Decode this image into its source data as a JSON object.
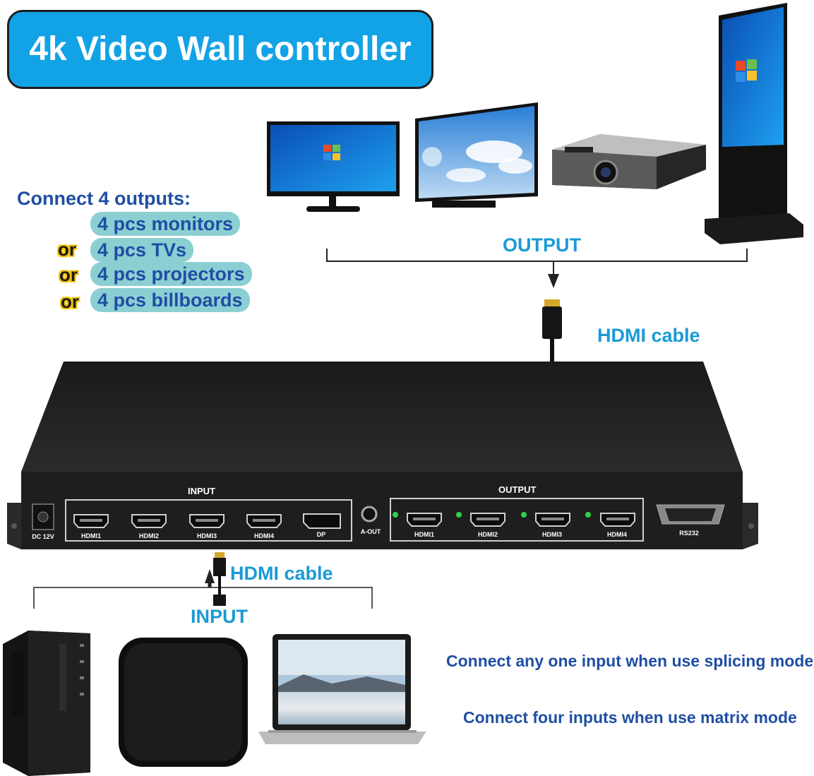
{
  "title": "4k Video Wall controller",
  "outputs_panel": {
    "heading": "Connect 4 outputs:",
    "options": [
      "4 pcs monitors",
      "4 pcs TVs",
      "4 pcs  projectors",
      "4 pcs billboards"
    ],
    "or_label": "or"
  },
  "labels": {
    "output": "OUTPUT",
    "hdmi_cable_top": "HDMI cable",
    "hdmi_cable_bottom": "HDMI cable",
    "input": "INPUT"
  },
  "device": {
    "dc_label": "DC 12V",
    "input_panel_title": "INPUT",
    "input_ports": [
      "HDMI1",
      "HDMI2",
      "HDMI3",
      "HDMI4",
      "DP"
    ],
    "aout_label": "A-OUT",
    "output_panel_title": "OUTPUT",
    "output_ports": [
      "HDMI1",
      "HDMI2",
      "HDMI3",
      "HDMI4"
    ],
    "rs232_label": "RS232"
  },
  "notes": {
    "splicing": "Connect any one input when use splicing mode",
    "matrix": "Connect four inputs when use matrix mode"
  },
  "colors": {
    "banner": "#12a3e6",
    "heading_blue": "#1f4ea3",
    "label_cyan": "#1a9ad6",
    "pill": "#8ccfd3",
    "or_outline": "#f2c200"
  }
}
